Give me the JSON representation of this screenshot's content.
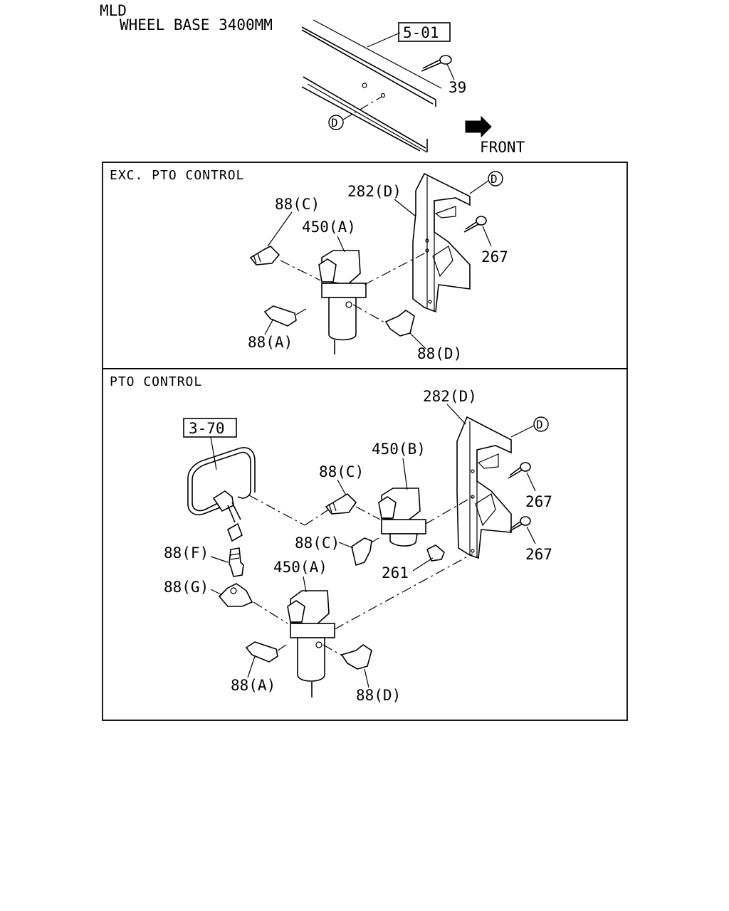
{
  "header": {
    "line1": "MLD",
    "line2": "WHEEL BASE 3400MM"
  },
  "top": {
    "ref_box": "5-01",
    "bolt_39": "39",
    "detail_d": "D",
    "front": "FRONT"
  },
  "panel1": {
    "title": "EXC. PTO CONTROL",
    "bracket": "282(D)",
    "detail_d": "D",
    "fitting_c": "88(C)",
    "valve_a": "450(A)",
    "bolt": "267",
    "fitting_a": "88(A)",
    "fitting_d": "88(D)"
  },
  "panel2": {
    "title": "PTO CONTROL",
    "bracket": "282(D)",
    "detail_d": "D",
    "ref_box": "3-70",
    "valve_b": "450(B)",
    "fitting_c_top": "88(C)",
    "bolt_upper": "267",
    "bolt_lower": "267",
    "fitting_c_mid": "88(C)",
    "fitting_f": "88(F)",
    "fitting_g": "88(G)",
    "valve_a": "450(A)",
    "plug_261": "261",
    "fitting_a": "88(A)",
    "fitting_d": "88(D)"
  }
}
